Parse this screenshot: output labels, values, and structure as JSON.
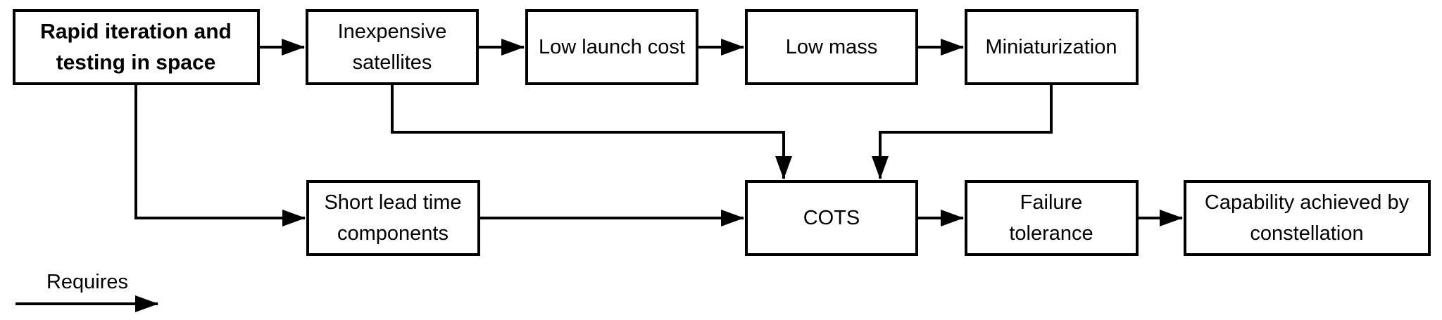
{
  "nodes": {
    "rapid_iteration": {
      "label": "Rapid iteration and testing in space",
      "lines": [
        "Rapid iteration and",
        "testing in space"
      ],
      "emphasis": "bold"
    },
    "inexpensive_satellites": {
      "label": "Inexpensive satellites",
      "lines": [
        "Inexpensive",
        "satellites"
      ]
    },
    "low_launch_cost": {
      "label": "Low launch cost",
      "lines": [
        "Low launch cost"
      ]
    },
    "low_mass": {
      "label": "Low mass",
      "lines": [
        "Low mass"
      ]
    },
    "miniaturization": {
      "label": "Miniaturization",
      "lines": [
        "Miniaturization"
      ]
    },
    "short_lead_time": {
      "label": "Short lead time components",
      "lines": [
        "Short lead time",
        "components"
      ]
    },
    "cots": {
      "label": "COTS",
      "lines": [
        "COTS"
      ]
    },
    "failure_tolerance": {
      "label": "Failure tolerance",
      "lines": [
        "Failure",
        "tolerance"
      ]
    },
    "capability_constellation": {
      "label": "Capability achieved by constellation",
      "lines": [
        "Capability achieved by",
        "constellation"
      ]
    }
  },
  "edges": [
    {
      "from": "rapid_iteration",
      "to": "inexpensive_satellites"
    },
    {
      "from": "inexpensive_satellites",
      "to": "low_launch_cost"
    },
    {
      "from": "low_launch_cost",
      "to": "low_mass"
    },
    {
      "from": "low_mass",
      "to": "miniaturization"
    },
    {
      "from": "rapid_iteration",
      "to": "short_lead_time"
    },
    {
      "from": "inexpensive_satellites",
      "to": "cots"
    },
    {
      "from": "miniaturization",
      "to": "cots"
    },
    {
      "from": "short_lead_time",
      "to": "cots"
    },
    {
      "from": "cots",
      "to": "failure_tolerance"
    },
    {
      "from": "failure_tolerance",
      "to": "capability_constellation"
    }
  ],
  "legend": {
    "label": "Requires"
  },
  "colors": {
    "background": "#ffffff",
    "line": "#000000",
    "text": "#000000",
    "box_fill": "#ffffff"
  }
}
